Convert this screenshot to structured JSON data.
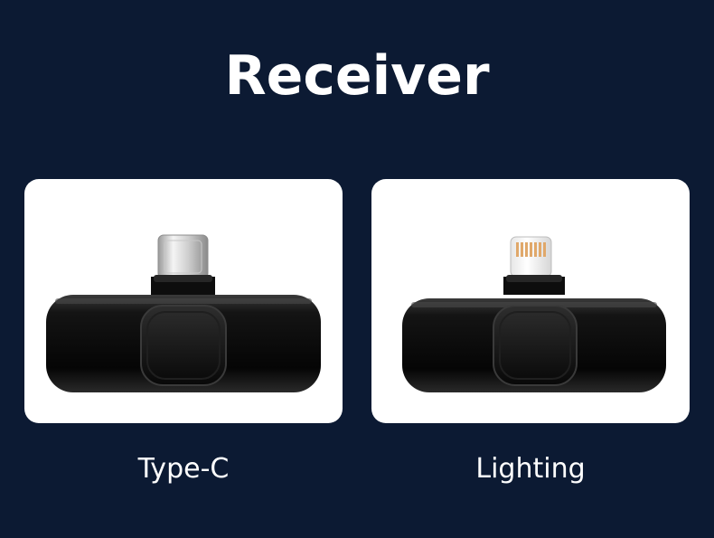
{
  "title": "Receiver",
  "products": [
    {
      "label": "Type-C",
      "connector": "usb-c-connector"
    },
    {
      "label": "Lighting",
      "connector": "lightning-connector"
    }
  ],
  "colors": {
    "background": "#0c1a33",
    "card": "#ffffff",
    "device": "#111111"
  }
}
